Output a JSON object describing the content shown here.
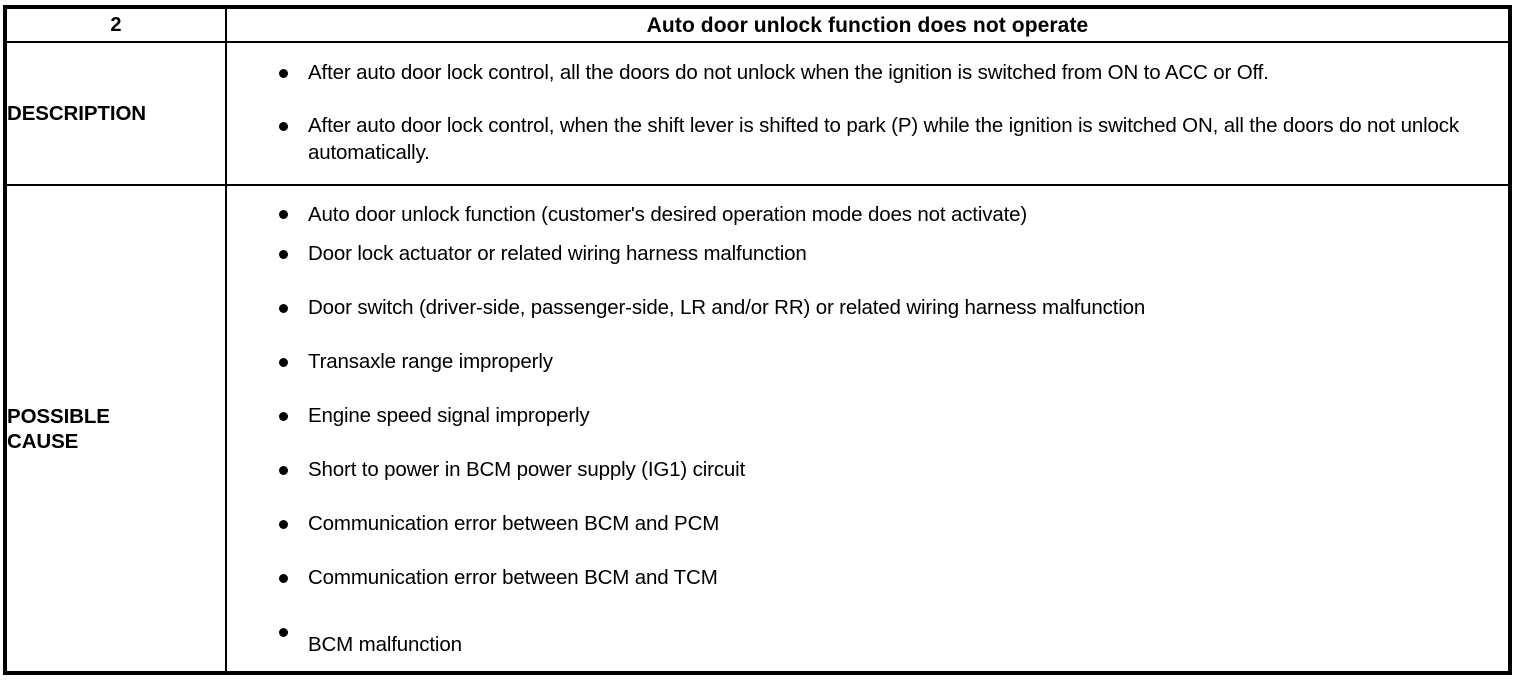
{
  "table": {
    "header": {
      "number": "2",
      "title": "Auto door unlock function does not operate"
    },
    "rows": [
      {
        "label": "DESCRIPTION",
        "bullets": [
          "After auto door lock control, all the doors do not unlock when the ignition is switched from ON to ACC or Off.",
          "After auto door lock control, when the shift lever is shifted to park (P) while the ignition is switched ON, all the doors do not unlock automatically."
        ]
      },
      {
        "label": "POSSIBLE\nCAUSE",
        "bullets": [
          "Auto door unlock function (customer's desired operation mode does not activate)",
          "Door lock actuator or related wiring harness malfunction",
          "Door switch (driver-side, passenger-side, LR and/or RR) or related wiring harness malfunction",
          "Transaxle range improperly",
          "Engine speed signal improperly",
          "Short to power in BCM power supply (IG1) circuit",
          "Communication error between BCM and PCM",
          "Communication error between BCM and TCM",
          "BCM malfunction"
        ]
      }
    ]
  },
  "colors": {
    "border": "#000000",
    "text": "#000000",
    "background": "#ffffff"
  }
}
